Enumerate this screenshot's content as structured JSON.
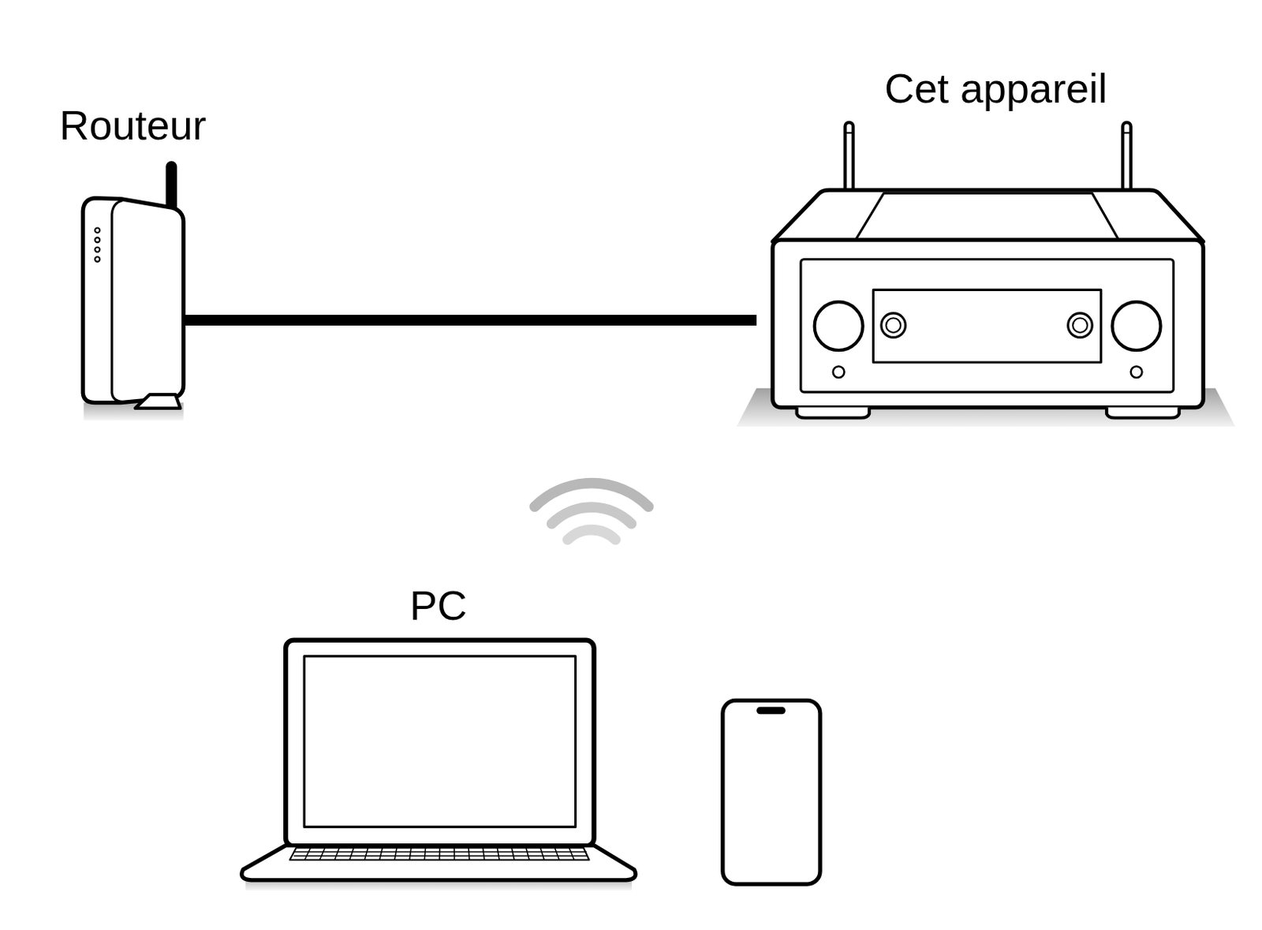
{
  "diagram": {
    "nodes": [
      {
        "text": [
          "Routeur"
        ]
      },
      {
        "text": [
          "Cet appareil"
        ]
      },
      {
        "text": [
          "PC"
        ]
      }
    ],
    "edges": [
      {
        "from": 0,
        "to": 1,
        "arrow": "none"
      }
    ]
  }
}
